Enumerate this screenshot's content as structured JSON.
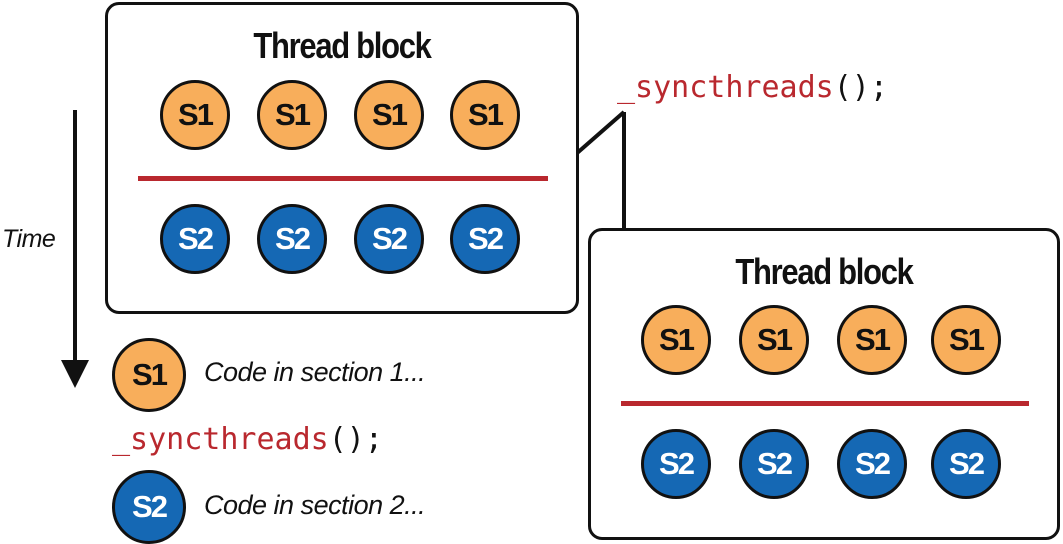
{
  "blocks": [
    {
      "title": "Thread block",
      "row1": [
        "S1",
        "S1",
        "S1",
        "S1"
      ],
      "row2": [
        "S2",
        "S2",
        "S2",
        "S2"
      ]
    },
    {
      "title": "Thread block",
      "row1": [
        "S1",
        "S1",
        "S1",
        "S1"
      ],
      "row2": [
        "S2",
        "S2",
        "S2",
        "S2"
      ]
    }
  ],
  "sync_call": {
    "name": "_syncthreads",
    "suffix": "();"
  },
  "time_label": "Time",
  "legend": {
    "s1_badge": "S1",
    "s1_text": "Code in section 1...",
    "sync_name": "_syncthreads",
    "sync_suffix": "();",
    "s2_badge": "S2",
    "s2_text": "Code in section 2..."
  },
  "colors": {
    "s1": "#f8ae5b",
    "s2": "#1568b4",
    "barrier": "#b9282e",
    "outline": "#111111"
  }
}
